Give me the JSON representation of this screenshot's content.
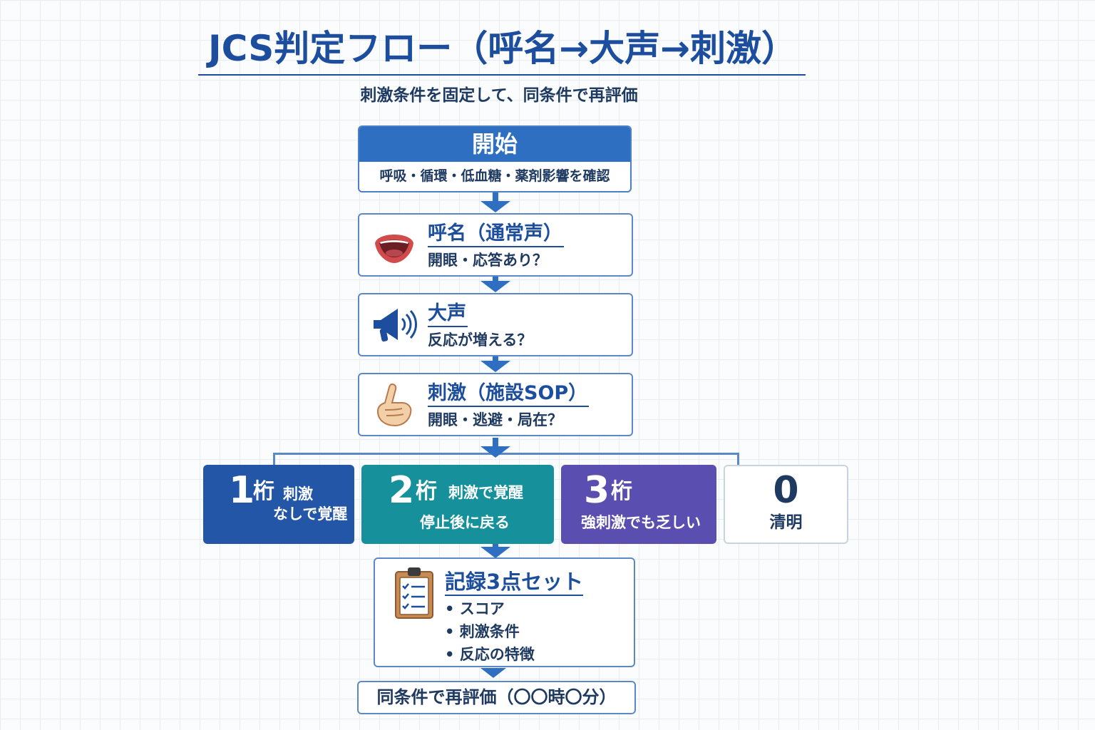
{
  "title": "JCS判定フロー（呼名→大声→刺激）",
  "subtitle": "刺激条件を固定して、同条件で再評価",
  "start": {
    "heading": "開始",
    "note": "呼吸・循環・低血糖・薬剤影響を確認"
  },
  "steps": [
    {
      "title": "呼名（通常声）",
      "question": "開眼・応答あり？",
      "icon": "mouth-icon"
    },
    {
      "title": "大声",
      "question": "反応が増える？",
      "icon": "megaphone-icon"
    },
    {
      "title": "刺激（施設SOP）",
      "question": "開眼・逃避・局在？",
      "icon": "pointing-hand-icon"
    }
  ],
  "levels": [
    {
      "number": "1",
      "unit": "桁",
      "line1": "刺激",
      "line2": "なしで覚醒",
      "color": "#2456a8"
    },
    {
      "number": "2",
      "unit": "桁",
      "line1": "刺激で覚醒",
      "line2": "停止後に戻る",
      "color": "#16919b"
    },
    {
      "number": "3",
      "unit": "桁",
      "line1": "強刺激でも乏しい",
      "color": "#5a4fb0"
    },
    {
      "number": "0",
      "line1": "清明",
      "color": "#ffffff"
    }
  ],
  "record": {
    "title": "記録3点セット",
    "items": [
      "スコア",
      "刺激条件",
      "反応の特徴"
    ],
    "icon": "clipboard-icon"
  },
  "reeval": "同条件で再評価（〇〇時〇分）",
  "colors": {
    "primary": "#2f6fc2",
    "title": "#1d4e9e",
    "text": "#1f3a60"
  }
}
